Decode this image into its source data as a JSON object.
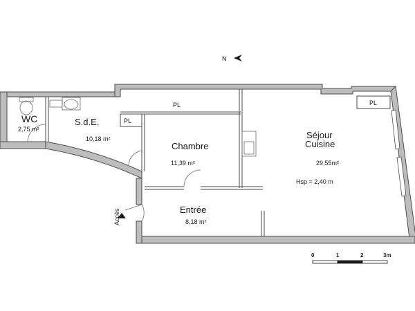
{
  "north": {
    "label": "N"
  },
  "rooms": {
    "wc": {
      "name": "WC",
      "area": "2,75 m²"
    },
    "sde": {
      "name": "S.d.E.",
      "area": "10,18 m²"
    },
    "chambre": {
      "name": "Chambre",
      "area": "11,39 m²"
    },
    "sejour": {
      "name_line1": "Séjour",
      "name_line2": "Cuisine",
      "area": "29,55m²",
      "height": "Hsp = 2,40 m"
    },
    "entree": {
      "name": "Entrée",
      "area": "8,18 m²"
    }
  },
  "placards": {
    "pl_top": "PL",
    "pl_sde": "PL",
    "pl_sejour": "PL"
  },
  "access": {
    "label": "Accès"
  },
  "scale": {
    "ticks": [
      "0",
      "1",
      "2",
      "3m"
    ]
  }
}
